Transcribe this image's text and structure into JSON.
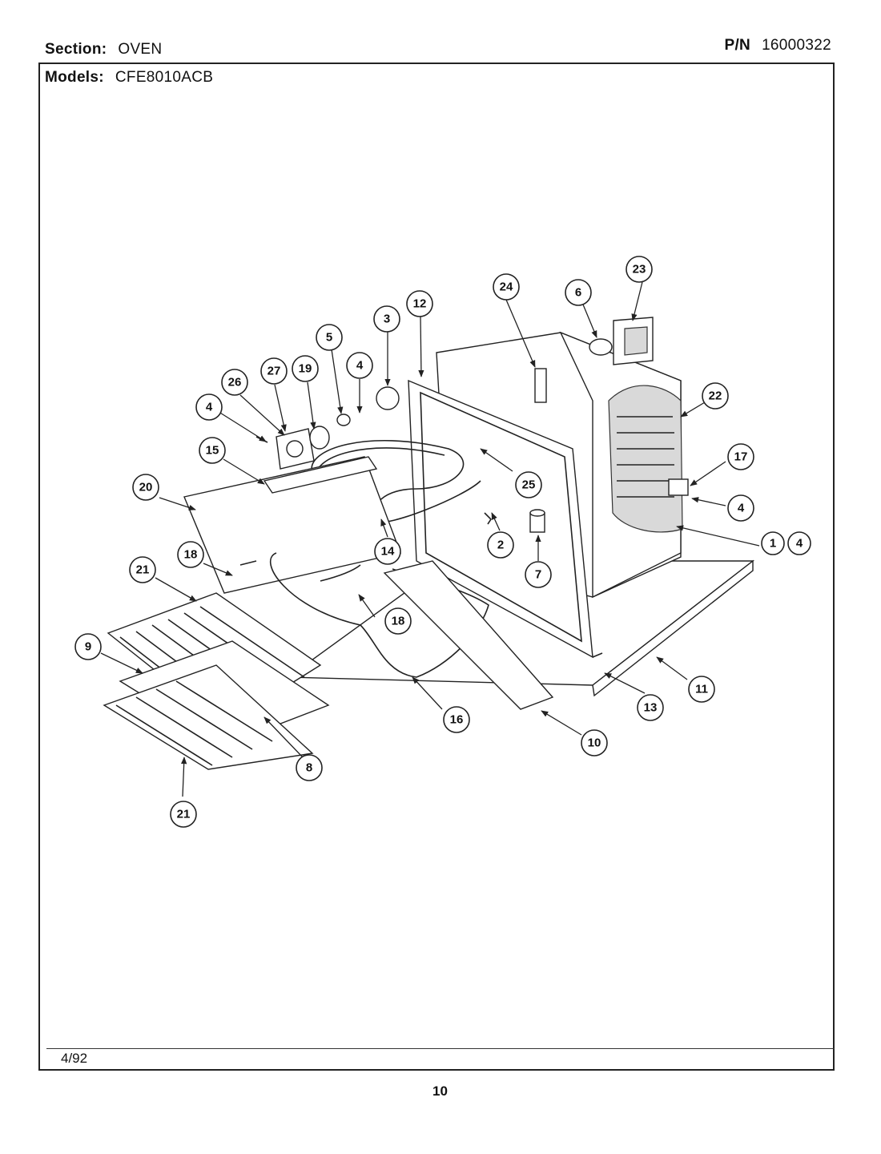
{
  "header": {
    "section_label": "Section:",
    "section_value": "OVEN",
    "models_label": "Models:",
    "models_value": "CFE8010ACB",
    "pn_label": "P/N",
    "pn_value": "16000322"
  },
  "footer": {
    "date": "4/92",
    "page_number": "10"
  },
  "callouts": [
    "1",
    "2",
    "3",
    "4",
    "4",
    "4",
    "4",
    "5",
    "6",
    "7",
    "8",
    "9",
    "10",
    "11",
    "12",
    "13",
    "14",
    "15",
    "16",
    "17",
    "18",
    "18",
    "19",
    "20",
    "21",
    "21",
    "22",
    "23",
    "24",
    "25",
    "26",
    "27"
  ]
}
